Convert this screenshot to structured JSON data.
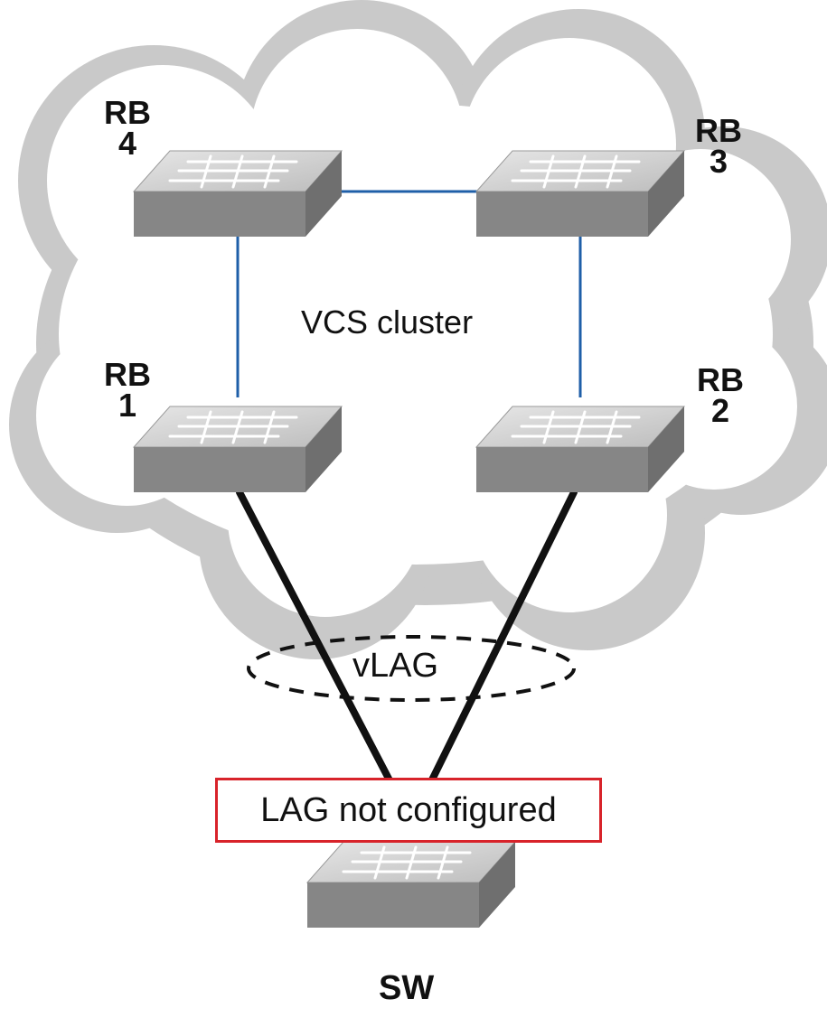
{
  "nodes": {
    "rb4": {
      "name": "RB",
      "num": "4"
    },
    "rb3": {
      "name": "RB",
      "num": "3"
    },
    "rb1": {
      "name": "RB",
      "num": "1"
    },
    "rb2": {
      "name": "RB",
      "num": "2"
    },
    "sw": {
      "name": "SW"
    }
  },
  "cluster": {
    "label": "VCS cluster"
  },
  "vlag": {
    "label": "vLAG"
  },
  "lag": {
    "label": "LAG not configured"
  },
  "colors": {
    "cloud": "#c8c8c8",
    "isl_link": "#1f5fa8",
    "edge_link": "#111111",
    "lag_border": "#d8232a",
    "switch_front": "#8a8a8a",
    "switch_top": "#d6d6d6"
  }
}
